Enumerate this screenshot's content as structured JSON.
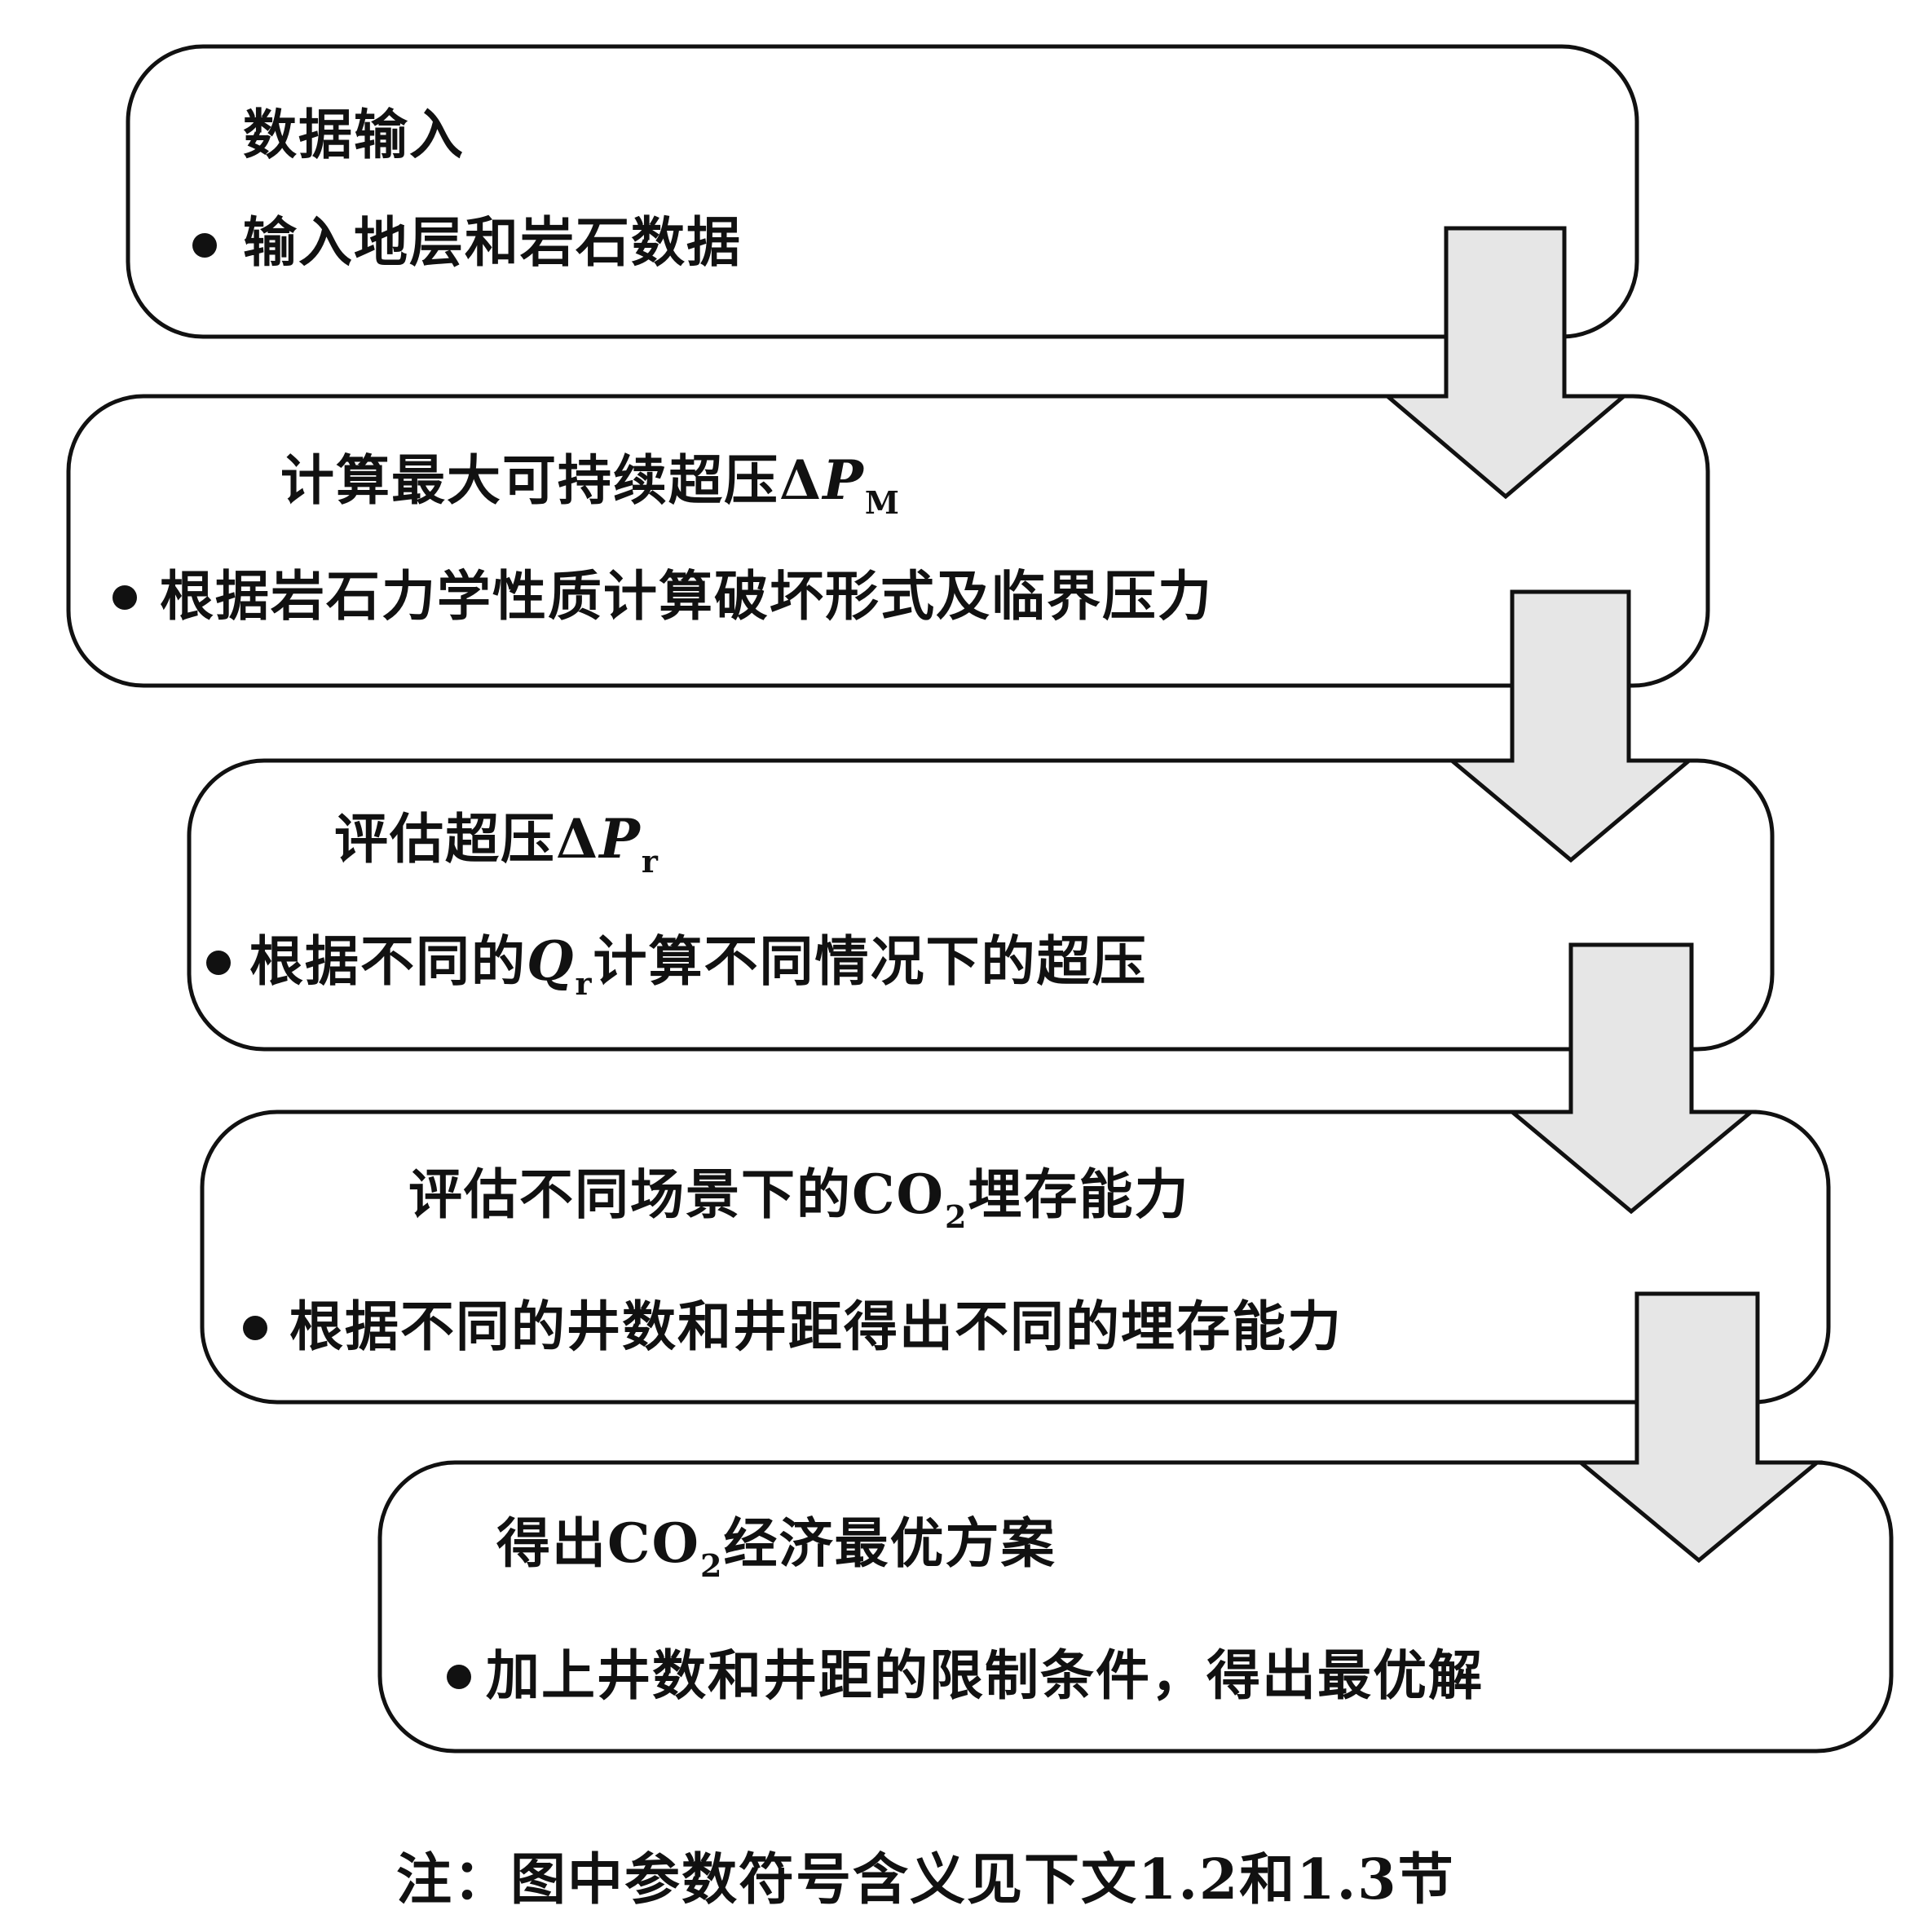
{
  "steps": [
    {
      "title": "数据输入",
      "bullet": "输入地层和岩石数据"
    },
    {
      "title_prefix": "计算最大可持续超压",
      "title_symbol_delta": "Δ",
      "title_symbol": "P",
      "title_subscript": "M",
      "bullet": "根据岩石力学性质计算破坏形式及临界压力"
    },
    {
      "title_prefix": "评估超压",
      "title_symbol_delta": "Δ",
      "title_symbol": "P",
      "title_subscript": "r",
      "bullet_prefix": "根据不同的",
      "bullet_symbol": "Q",
      "bullet_subscript": "r",
      "bullet_suffix": "计算不同情况下的超压"
    },
    {
      "title_prefix": "评估不同场景下的CO",
      "title_subscript": "2",
      "title_suffix": "埋存能力",
      "bullet": "根据不同的井数和井距得出不同的埋存能力"
    },
    {
      "title_prefix": "得出CO",
      "title_subscript": "2",
      "title_suffix": "经济最优方案",
      "bullet": "加上井数和井距的限制条件，得出最优解"
    }
  ],
  "note": "注：图中参数符号含义见下文1.2和1.3节",
  "colors": {
    "box_fill": "#ffffff",
    "arrow_fill": "#e6e6e6",
    "stroke": "#111111"
  }
}
